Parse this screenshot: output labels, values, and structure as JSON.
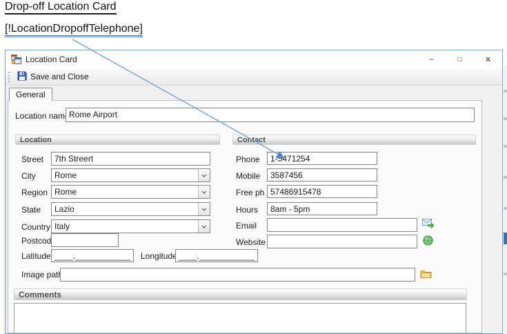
{
  "document": {
    "heading": "Drop-off Location Card",
    "field_code": "[!LocationDropoffTelephone]"
  },
  "window": {
    "title": "Location Card",
    "controls": {
      "minimize": "−",
      "maximize": "□",
      "close": "×"
    },
    "toolbar": {
      "save_button": "Save and Close"
    },
    "tabs": [
      {
        "label": "General"
      }
    ],
    "form": {
      "location_name": {
        "label": "Location name:",
        "value": "Rome Airport"
      },
      "location_group": {
        "title": "Location",
        "fields": [
          {
            "label": "Street",
            "value": "7th Streert",
            "type": "text"
          },
          {
            "label": "City",
            "value": "Rome",
            "type": "combo"
          },
          {
            "label": "Region",
            "value": "Rome",
            "type": "combo"
          },
          {
            "label": "State",
            "value": "Lazio",
            "type": "combo"
          },
          {
            "label": "Country",
            "value": "Italy",
            "type": "combo"
          }
        ],
        "postcode": {
          "label": "Postcode",
          "value": ""
        },
        "latitude": {
          "label": "Latitude",
          "mask": "____.____________"
        },
        "longitude": {
          "label": "Longitude",
          "mask": "____.____________"
        },
        "image_path": {
          "label": "Image path",
          "value": ""
        }
      },
      "contact_group": {
        "title": "Contact",
        "fields": [
          {
            "label": "Phone",
            "value": "1-5471254"
          },
          {
            "label": "Mobile",
            "value": "3587456"
          },
          {
            "label": "Free ph",
            "value": "57486915478"
          },
          {
            "label": "Hours",
            "value": "8am - 5pm"
          }
        ],
        "email": {
          "label": "Email",
          "value": ""
        },
        "website": {
          "label": "Website",
          "value": ""
        }
      },
      "comments_group": {
        "title": "Comments",
        "value": ""
      }
    }
  },
  "icons": {
    "app": "winforms-app-icon",
    "save": "floppy-disk-icon",
    "combo": "chevron-down-icon",
    "email": "send-email-icon",
    "website": "globe-icon",
    "image_path": "open-folder-icon"
  },
  "colors": {
    "window_border": "#74a5c0",
    "connector_line": "#6f9bd0",
    "connector_arrow": "#4a86c8",
    "field_underline": "#2e74b5",
    "group_header_text": "#4e4e4e",
    "form_background": "#f0f0f0"
  }
}
